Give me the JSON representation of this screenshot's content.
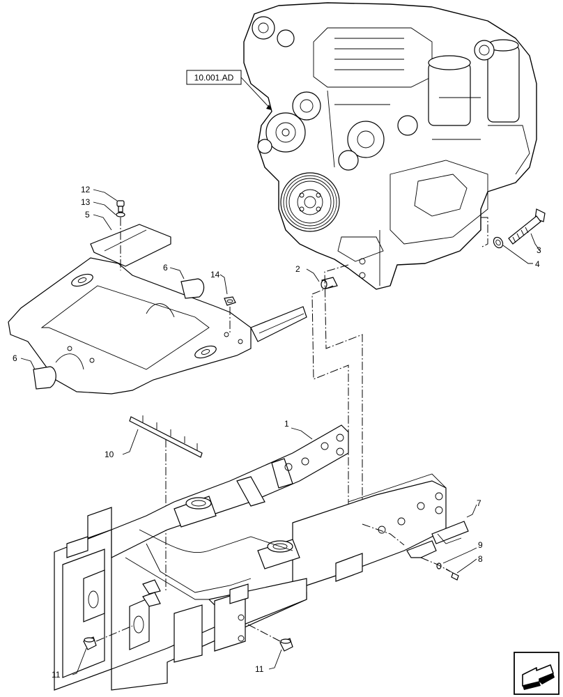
{
  "reference_label": "10.001.AD",
  "callouts": {
    "c1": "1",
    "c2": "2",
    "c3": "3",
    "c4": "4",
    "c5": "5",
    "c6a": "6",
    "c6b": "6",
    "c7": "7",
    "c8": "8",
    "c9": "9",
    "c10": "10",
    "c11a": "11",
    "c11b": "11",
    "c12": "12",
    "c13": "13",
    "c14": "14"
  },
  "nav_icon": "next-page-arrow-icon"
}
